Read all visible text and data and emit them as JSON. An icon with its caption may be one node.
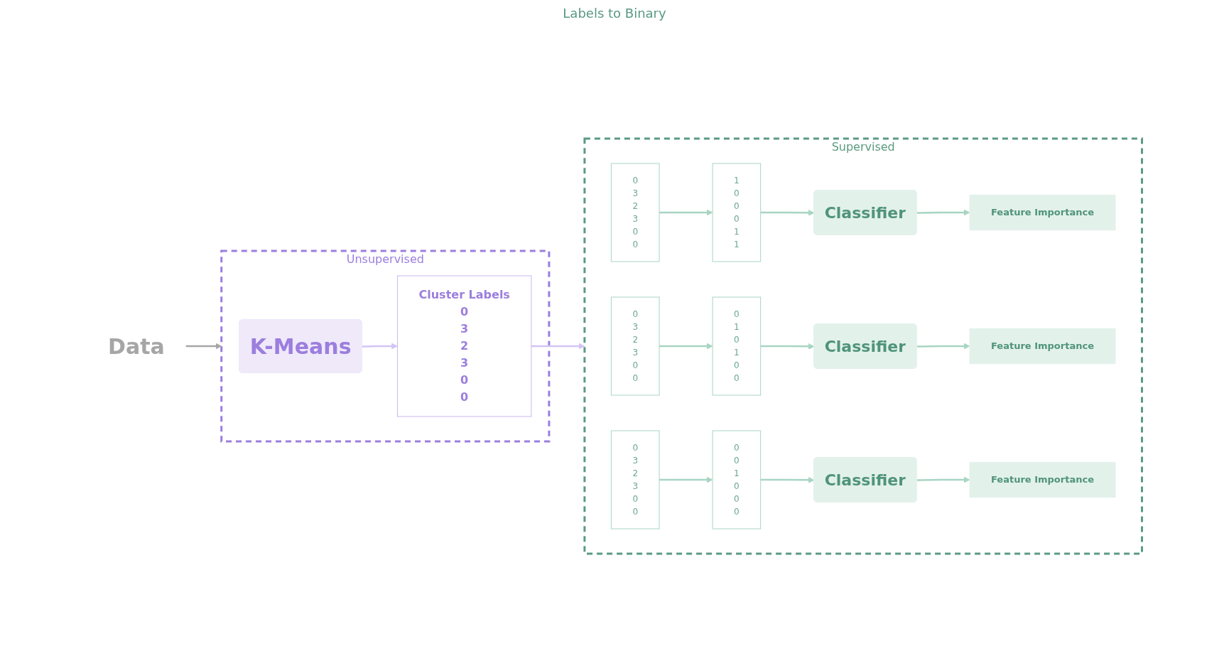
{
  "diagram": {
    "nodes": [
      {
        "text": [
          "Data"
        ]
      },
      {
        "text": [
          "Unsupervised"
        ]
      },
      {
        "text": [
          "K-Means"
        ],
        "in": 1
      },
      {
        "text": [
          "Cluster Labels",
          "0",
          "3",
          "2",
          "3",
          "0",
          "0"
        ],
        "in": 1
      },
      {
        "text": [
          "Supervised"
        ]
      },
      {
        "text": [
          "0",
          "3",
          "2",
          "3",
          "0",
          "0"
        ],
        "in": 4
      },
      {
        "text": [
          "1",
          "0",
          "0",
          "0",
          "1",
          "1"
        ],
        "in": 4
      },
      {
        "text": [
          "Classifier"
        ],
        "in": 4
      },
      {
        "text": [
          "Feature Importance"
        ],
        "in": 4
      },
      {
        "text": [
          "0",
          "3",
          "2",
          "3",
          "0",
          "0"
        ],
        "in": 4
      },
      {
        "text": [
          "0",
          "1",
          "0",
          "1",
          "0",
          "0"
        ],
        "in": 4
      },
      {
        "text": [
          "Classifier"
        ],
        "in": 4
      },
      {
        "text": [
          "Feature Importance"
        ],
        "in": 4
      },
      {
        "text": [
          "0",
          "3",
          "2",
          "3",
          "0",
          "0"
        ],
        "in": 4
      },
      {
        "text": [
          "0",
          "0",
          "1",
          "0",
          "0",
          "0"
        ],
        "in": 4
      },
      {
        "text": [
          "Classifier"
        ],
        "in": 4
      },
      {
        "text": [
          "Feature Importance"
        ],
        "in": 4
      }
    ],
    "edges": [
      {
        "from": 0,
        "to": 1,
        "arrow": "to",
        "color": "#a6a6a6"
      },
      {
        "from": 2,
        "to": 3,
        "arrow": "to",
        "color": "#d4c4f4"
      },
      {
        "from": 3,
        "to": 4,
        "arrow": "to",
        "color": "#d4c4f4"
      },
      {
        "from": 5,
        "to": 6,
        "arrow": "to"
      },
      {
        "from": 6,
        "to": 7,
        "arrow": "to"
      },
      {
        "from": 7,
        "to": 8,
        "arrow": "to"
      },
      {
        "from": 9,
        "to": 10,
        "arrow": "to"
      },
      {
        "from": 10,
        "to": 11,
        "arrow": "to"
      },
      {
        "from": 11,
        "to": 12,
        "arrow": "to"
      },
      {
        "from": 13,
        "to": 14,
        "arrow": "to"
      },
      {
        "from": 14,
        "to": 15,
        "arrow": "to"
      },
      {
        "from": 15,
        "to": 16,
        "arrow": "to"
      }
    ],
    "labels": [
      "Labels to Binary"
    ]
  }
}
